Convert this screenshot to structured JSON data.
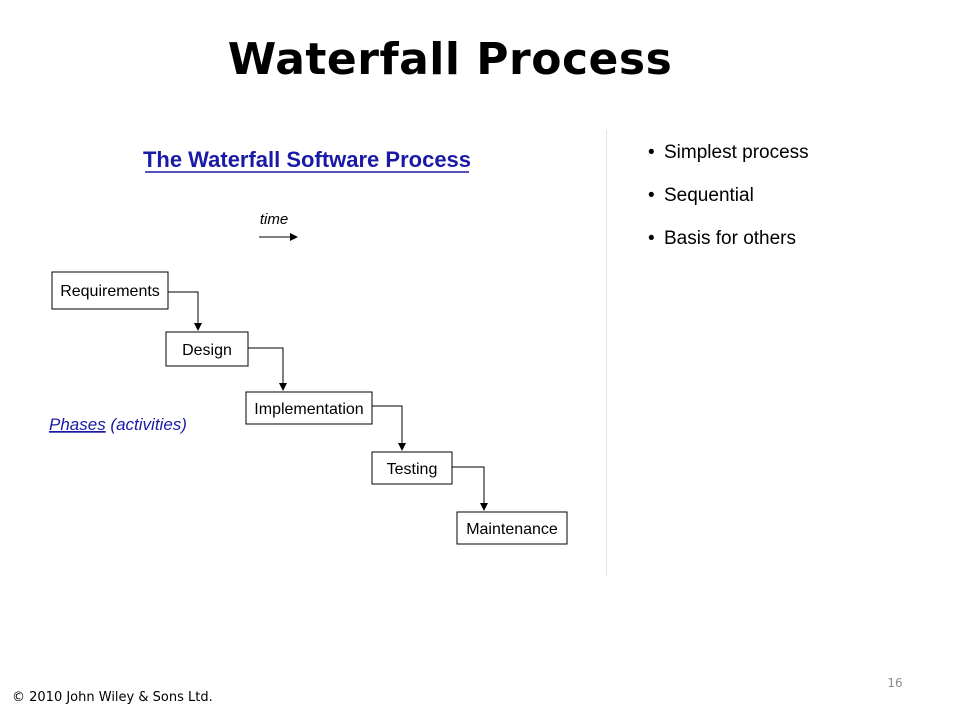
{
  "slide": {
    "title": "Waterfall Process",
    "copyright": "© 2010 John Wiley & Sons Ltd.",
    "page_number": "16"
  },
  "diagram": {
    "heading": "The Waterfall Software Process",
    "time_label": "time",
    "phases_word": "Phases",
    "phases_rest": " (activities)",
    "phases": [
      "Requirements",
      "Design",
      "Implementation",
      "Testing",
      "Maintenance"
    ]
  },
  "bullets": [
    "Simplest process",
    "Sequential",
    "Basis for others"
  ],
  "colors": {
    "heading": "#1a1aa6",
    "phases_label": "#1a1aa6",
    "box_border": "#000000"
  }
}
